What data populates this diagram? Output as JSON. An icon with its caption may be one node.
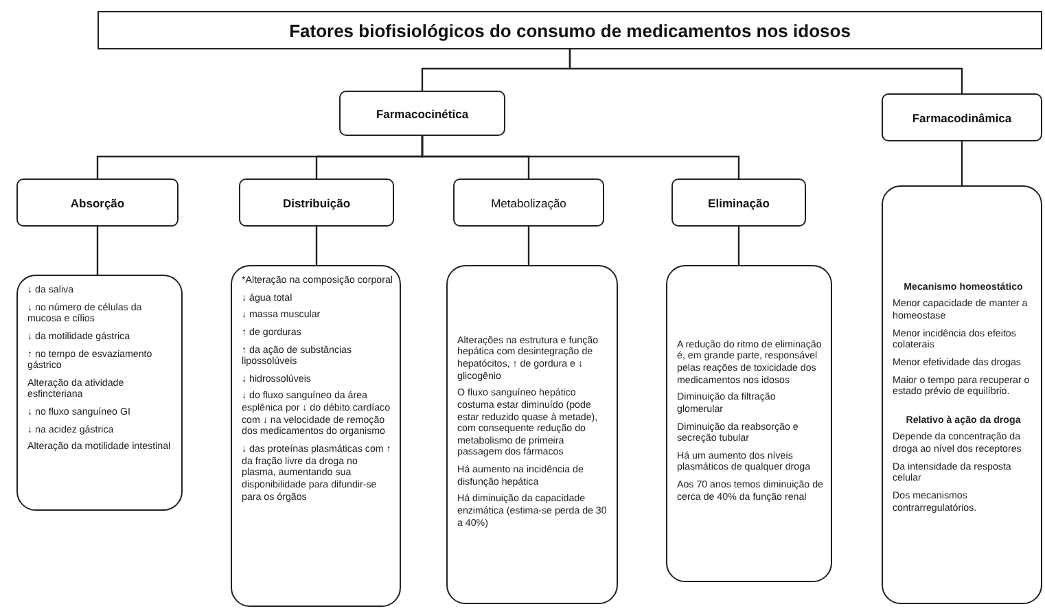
{
  "diagram": {
    "nodes": [
      {
        "text": [
          "Fatores biofisiológicos do consumo de medicamentos nos idosos"
        ]
      },
      {
        "text": [
          "Farmacocinética"
        ]
      },
      {
        "text": [
          "Farmacodinâmica"
        ]
      },
      {
        "text": [
          "Absorção"
        ]
      },
      {
        "text": [
          "Distribuição"
        ]
      },
      {
        "text": [
          "Metabolização"
        ]
      },
      {
        "text": [
          "Eliminação"
        ]
      },
      {
        "text": [
          "↓ da saliva",
          "↓ no número de células da mucosa e cílios",
          "↓ da motilidade gástrica",
          "↑ no tempo de esvaziamento gástrico",
          "Alteração da atividade esfincteriana",
          "↓ no fluxo sanguíneo GI",
          "↓ na acidez gástrica",
          "Alteração da motilidade intestinal"
        ]
      },
      {
        "text": [
          "*Alteração na composição corporal",
          "↓ água total",
          "↓ massa muscular",
          "↑ de gorduras",
          "↑ da ação de substâncias lipossolúveis",
          "↓ hidrossolúveis",
          "↓ do fluxo sanguíneo da área esplênica por ↓ do débito cardíaco com ↓ na velocidade de remoção dos medicamentos do organismo",
          "↓ das proteínas plasmáticas com ↑ da fração livre da droga no plasma, aumentando sua disponibilidade para difundir-se para os órgãos"
        ]
      },
      {
        "text": [
          "Alterações na estrutura e função hepática com desintegração de hepatócitos, ↑ de gordura e ↓ glicogênio",
          "O fluxo sanguíneo hepático costuma estar diminuído (pode estar reduzido quase à metade), com consequente redução do metabolismo de primeira passagem dos fármacos",
          "Há aumento na incidência de disfunção hepática",
          "Há diminuição da capacidade enzimática (estima-se perda de 30 a 40%)"
        ]
      },
      {
        "text": [
          "A redução do ritmo de eliminação é, em grande parte, responsável pelas reações de toxicidade dos medicamentos nos idosos",
          "Diminuição da filtração glomerular",
          "Diminuição da reabsorção e secreção tubular",
          "Há um aumento dos níveis plasmáticos de qualquer droga",
          "Aos 70 anos temos diminuição de cerca de 40% da função renal"
        ]
      },
      {
        "text": [
          "Mecanismo homeostático",
          "Menor capacidade de manter a homeostase",
          "Menor incidência dos efeitos colaterais",
          "Menor efetividade das drogas",
          "Maior o tempo para recuperar o estado prévio de equilíbrio.",
          "Relativo à ação da droga",
          "Depende da concentração da droga ao nível dos receptores",
          "Da intensidade da resposta celular",
          "Dos mecanismos contrarregulatórios."
        ]
      }
    ],
    "edges": [
      {
        "from": 0,
        "to": 1,
        "arrow": "none"
      },
      {
        "from": 0,
        "to": 2,
        "arrow": "none"
      },
      {
        "from": 1,
        "to": 3,
        "arrow": "none"
      },
      {
        "from": 1,
        "to": 4,
        "arrow": "none"
      },
      {
        "from": 1,
        "to": 5,
        "arrow": "none"
      },
      {
        "from": 1,
        "to": 6,
        "arrow": "none"
      },
      {
        "from": 3,
        "to": 7,
        "arrow": "none"
      },
      {
        "from": 4,
        "to": 8,
        "arrow": "none"
      },
      {
        "from": 5,
        "to": 9,
        "arrow": "none"
      },
      {
        "from": 6,
        "to": 10,
        "arrow": "none"
      },
      {
        "from": 2,
        "to": 11,
        "arrow": "none"
      }
    ]
  }
}
